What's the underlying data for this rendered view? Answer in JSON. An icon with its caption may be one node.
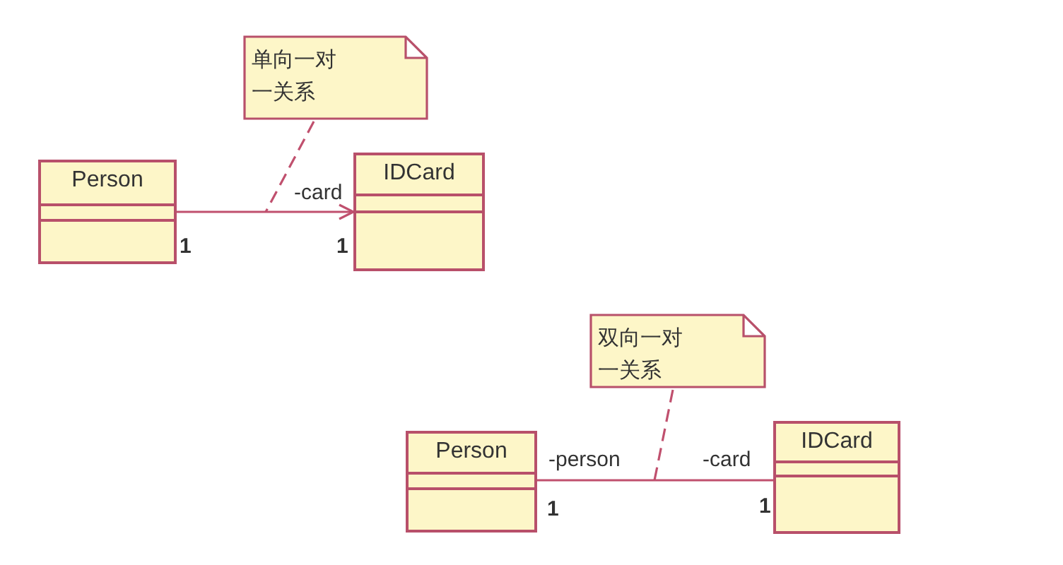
{
  "diagram": {
    "nodes": [
      {
        "text": [
          "Person"
        ]
      },
      {
        "text": [
          "IDCard"
        ]
      },
      {
        "text": [
          "单向一对一关系"
        ]
      },
      {
        "text": [
          "Person"
        ]
      },
      {
        "text": [
          "IDCard"
        ]
      },
      {
        "text": [
          "双向一对一关系"
        ]
      }
    ],
    "edges": [
      {
        "from": 0,
        "to": 1,
        "arrow": "to"
      },
      {
        "from": 2,
        "to": null,
        "arrow": "none",
        "style": "dashed"
      },
      {
        "from": 3,
        "to": 4,
        "arrow": "none"
      },
      {
        "from": 5,
        "to": null,
        "arrow": "none",
        "style": "dashed"
      }
    ],
    "labels": [
      "-card",
      "1",
      "1",
      "-person",
      "-card",
      "1",
      "1"
    ]
  }
}
